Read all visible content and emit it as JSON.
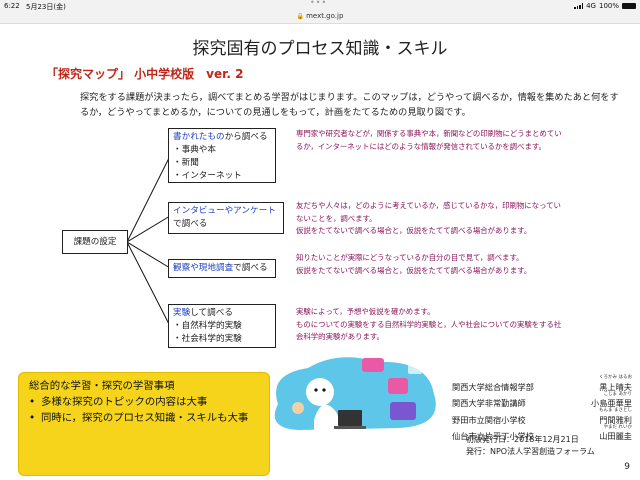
{
  "status": {
    "time": "6:22",
    "date": "5月23日(金)",
    "network": "4G",
    "battery": "100%",
    "battery_level": 1.0
  },
  "browser": {
    "url": "mext.go.jp"
  },
  "slide": {
    "title": "探究固有のプロセス知識・スキル",
    "subtitle": "「探究マップ」 小中学校版　ver. 2",
    "intro": "探究をする課題が決まったら，調べてまとめる学習がはじまります。このマップは，どうやって調べるか，情報を集めたあと何をするか，どうやってまとめるか，についての見通しをもって，計画をたてるための見取り図です。",
    "root": "課題の設定",
    "branches": [
      {
        "title_hl": "書かれたもの",
        "title_rest": "から調べる",
        "items": [
          "・事典や本",
          "・新聞",
          "・インターネット"
        ],
        "note": "専門家や研究者などが，関係する事典や本，新聞などの印刷物にどうまとめているか，インターネットにはどのような情報が発信されているかを調べます。"
      },
      {
        "title_hl": "インタビューやアンケート",
        "title_rest": "で調べる",
        "items": [],
        "note": "友だちや人々は，どのように考えているか，感じているかな，印刷物になっていないことを，調べます。\n仮説をたてないで調べる場合と，仮説をたてて調べる場合があります。"
      },
      {
        "title_hl": "観察や現地調査",
        "title_rest": "で調べる",
        "items": [],
        "note": "知りたいことが実際にどうなっているか自分の目で見て，調べます。\n仮説をたてないで調べる場合と，仮説をたてて調べる場合があります。"
      },
      {
        "title_hl": "実験",
        "title_rest": "して調べる",
        "items": [
          "・自然科学的実験",
          "・社会科学的実験"
        ],
        "note": "実験によって，予想や仮説を確かめます。\nものについての実験をする自然科学的実験と，人や社会についての実験をする社会科学的実験があります。"
      }
    ],
    "summary": {
      "heading": "総合的な学習・探究の学習事項",
      "points": [
        "多様な探究のトピックの内容は大事",
        "同時に，探究のプロセス知識・スキルも大事"
      ]
    },
    "authors": [
      {
        "org": "関西大学総合情報学部",
        "name": "黒上晴夫",
        "ruby": "くろかみ はるお"
      },
      {
        "org": "関西大学非常勤講師",
        "name": "小島亜華里",
        "ruby": "こじま あかり"
      },
      {
        "org": "野田市立関宿小学校",
        "name": "門間雅利",
        "ruby": "もんま まさとし"
      },
      {
        "org": "仙台市立片平丁小学校",
        "name": "山田麗圭",
        "ruby": "やまだ れいか"
      }
    ],
    "pub_date": "初版発行日：2018年12月21日",
    "publisher": "発行：NPO法人学習創造フォーラム",
    "page": "9"
  },
  "colors": {
    "accent_red": "#c0271a",
    "highlight_blue": "#1b3fc4",
    "note_purple": "#8a1358",
    "summary_yellow": "#f6d41c"
  }
}
